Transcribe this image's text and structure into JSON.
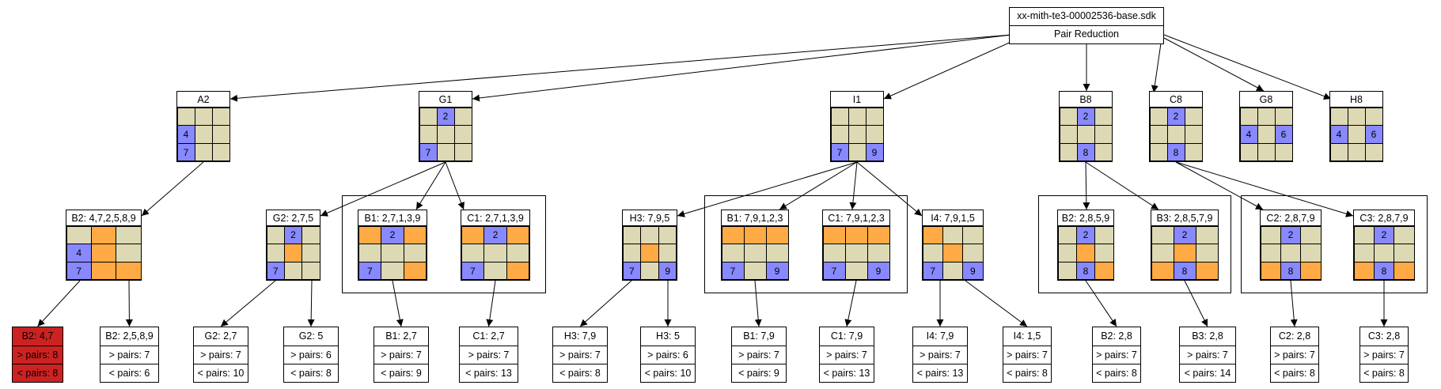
{
  "colors": {
    "tan": "#ddd9b4",
    "blue": "#8888ff",
    "orange": "#ffaa44",
    "red": "#cc2222"
  },
  "root": {
    "title": "xx-mith-te3-00002536-base.sdk",
    "subtitle": "Pair Reduction"
  },
  "level1": [
    {
      "label": "A2",
      "cells": [
        [
          "t",
          ""
        ],
        [
          "t",
          ""
        ],
        [
          "t",
          ""
        ],
        [
          "b",
          "4"
        ],
        [
          "t",
          ""
        ],
        [
          "t",
          ""
        ],
        [
          "b",
          "7"
        ],
        [
          "t",
          ""
        ],
        [
          "t",
          ""
        ]
      ]
    },
    {
      "label": "G1",
      "cells": [
        [
          "t",
          ""
        ],
        [
          "b",
          "2"
        ],
        [
          "t",
          ""
        ],
        [
          "t",
          ""
        ],
        [
          "t",
          ""
        ],
        [
          "t",
          ""
        ],
        [
          "b",
          "7"
        ],
        [
          "t",
          ""
        ],
        [
          "t",
          ""
        ]
      ]
    },
    {
      "label": "I1",
      "cells": [
        [
          "t",
          ""
        ],
        [
          "t",
          ""
        ],
        [
          "t",
          ""
        ],
        [
          "t",
          ""
        ],
        [
          "t",
          ""
        ],
        [
          "t",
          ""
        ],
        [
          "b",
          "7"
        ],
        [
          "t",
          ""
        ],
        [
          "b",
          "9"
        ]
      ]
    },
    {
      "label": "B8",
      "cells": [
        [
          "t",
          ""
        ],
        [
          "b",
          "2"
        ],
        [
          "t",
          ""
        ],
        [
          "t",
          ""
        ],
        [
          "t",
          ""
        ],
        [
          "t",
          ""
        ],
        [
          "t",
          ""
        ],
        [
          "b",
          "8"
        ],
        [
          "t",
          ""
        ]
      ]
    },
    {
      "label": "C8",
      "cells": [
        [
          "t",
          ""
        ],
        [
          "b",
          "2"
        ],
        [
          "t",
          ""
        ],
        [
          "t",
          ""
        ],
        [
          "t",
          ""
        ],
        [
          "t",
          ""
        ],
        [
          "t",
          ""
        ],
        [
          "b",
          "8"
        ],
        [
          "t",
          ""
        ]
      ]
    },
    {
      "label": "G8",
      "cells": [
        [
          "t",
          ""
        ],
        [
          "t",
          ""
        ],
        [
          "t",
          ""
        ],
        [
          "b",
          "4"
        ],
        [
          "t",
          ""
        ],
        [
          "b",
          "6"
        ],
        [
          "t",
          ""
        ],
        [
          "t",
          ""
        ],
        [
          "t",
          ""
        ]
      ]
    },
    {
      "label": "H8",
      "cells": [
        [
          "t",
          ""
        ],
        [
          "t",
          ""
        ],
        [
          "t",
          ""
        ],
        [
          "b",
          "4"
        ],
        [
          "t",
          ""
        ],
        [
          "b",
          "6"
        ],
        [
          "t",
          ""
        ],
        [
          "t",
          ""
        ],
        [
          "t",
          ""
        ]
      ]
    }
  ],
  "level2": [
    {
      "label": "B2: 4,7,2,5,8,9",
      "cells": [
        [
          "t",
          ""
        ],
        [
          "o",
          ""
        ],
        [
          "t",
          ""
        ],
        [
          "b",
          "4"
        ],
        [
          "o",
          ""
        ],
        [
          "t",
          ""
        ],
        [
          "b",
          "7"
        ],
        [
          "o",
          ""
        ],
        [
          "o",
          ""
        ]
      ]
    },
    {
      "label": "G2: 2,7,5",
      "cells": [
        [
          "t",
          ""
        ],
        [
          "b",
          "2"
        ],
        [
          "t",
          ""
        ],
        [
          "t",
          ""
        ],
        [
          "o",
          ""
        ],
        [
          "t",
          ""
        ],
        [
          "b",
          "7"
        ],
        [
          "t",
          ""
        ],
        [
          "t",
          ""
        ]
      ]
    },
    {
      "label": "B1: 2,7,1,3,9",
      "cells": [
        [
          "o",
          ""
        ],
        [
          "b",
          "2"
        ],
        [
          "o",
          ""
        ],
        [
          "t",
          ""
        ],
        [
          "t",
          ""
        ],
        [
          "t",
          ""
        ],
        [
          "b",
          "7"
        ],
        [
          "t",
          ""
        ],
        [
          "o",
          ""
        ]
      ]
    },
    {
      "label": "C1: 2,7,1,3,9",
      "cells": [
        [
          "o",
          ""
        ],
        [
          "b",
          "2"
        ],
        [
          "o",
          ""
        ],
        [
          "t",
          ""
        ],
        [
          "t",
          ""
        ],
        [
          "t",
          ""
        ],
        [
          "b",
          "7"
        ],
        [
          "t",
          ""
        ],
        [
          "o",
          ""
        ]
      ]
    },
    {
      "label": "H3: 7,9,5",
      "cells": [
        [
          "t",
          ""
        ],
        [
          "t",
          ""
        ],
        [
          "t",
          ""
        ],
        [
          "t",
          ""
        ],
        [
          "o",
          ""
        ],
        [
          "t",
          ""
        ],
        [
          "b",
          "7"
        ],
        [
          "t",
          ""
        ],
        [
          "b",
          "9"
        ]
      ]
    },
    {
      "label": "B1: 7,9,1,2,3",
      "cells": [
        [
          "o",
          ""
        ],
        [
          "o",
          ""
        ],
        [
          "o",
          ""
        ],
        [
          "t",
          ""
        ],
        [
          "t",
          ""
        ],
        [
          "t",
          ""
        ],
        [
          "b",
          "7"
        ],
        [
          "t",
          ""
        ],
        [
          "b",
          "9"
        ]
      ]
    },
    {
      "label": "C1: 7,9,1,2,3",
      "cells": [
        [
          "o",
          ""
        ],
        [
          "o",
          ""
        ],
        [
          "o",
          ""
        ],
        [
          "t",
          ""
        ],
        [
          "t",
          ""
        ],
        [
          "t",
          ""
        ],
        [
          "b",
          "7"
        ],
        [
          "t",
          ""
        ],
        [
          "b",
          "9"
        ]
      ]
    },
    {
      "label": "I4: 7,9,1,5",
      "cells": [
        [
          "o",
          ""
        ],
        [
          "t",
          ""
        ],
        [
          "t",
          ""
        ],
        [
          "t",
          ""
        ],
        [
          "o",
          ""
        ],
        [
          "t",
          ""
        ],
        [
          "b",
          "7"
        ],
        [
          "t",
          ""
        ],
        [
          "b",
          "9"
        ]
      ]
    },
    {
      "label": "B2: 2,8,5,9",
      "cells": [
        [
          "t",
          ""
        ],
        [
          "b",
          "2"
        ],
        [
          "t",
          ""
        ],
        [
          "t",
          ""
        ],
        [
          "o",
          ""
        ],
        [
          "t",
          ""
        ],
        [
          "t",
          ""
        ],
        [
          "b",
          "8"
        ],
        [
          "o",
          ""
        ]
      ]
    },
    {
      "label": "B3: 2,8,5,7,9",
      "cells": [
        [
          "t",
          ""
        ],
        [
          "b",
          "2"
        ],
        [
          "t",
          ""
        ],
        [
          "t",
          ""
        ],
        [
          "o",
          ""
        ],
        [
          "t",
          ""
        ],
        [
          "o",
          ""
        ],
        [
          "b",
          "8"
        ],
        [
          "o",
          ""
        ]
      ]
    },
    {
      "label": "C2: 2,8,7,9",
      "cells": [
        [
          "t",
          ""
        ],
        [
          "b",
          "2"
        ],
        [
          "t",
          ""
        ],
        [
          "t",
          ""
        ],
        [
          "t",
          ""
        ],
        [
          "t",
          ""
        ],
        [
          "o",
          ""
        ],
        [
          "b",
          "8"
        ],
        [
          "o",
          ""
        ]
      ]
    },
    {
      "label": "C3: 2,8,7,9",
      "cells": [
        [
          "t",
          ""
        ],
        [
          "b",
          "2"
        ],
        [
          "t",
          ""
        ],
        [
          "t",
          ""
        ],
        [
          "t",
          ""
        ],
        [
          "t",
          ""
        ],
        [
          "o",
          ""
        ],
        [
          "b",
          "8"
        ],
        [
          "o",
          ""
        ]
      ]
    }
  ],
  "leaves": [
    {
      "title": "B2: 4,7",
      "more": "> pairs: 8",
      "less": "< pairs: 8",
      "highlight": true
    },
    {
      "title": "B2: 2,5,8,9",
      "more": "> pairs: 7",
      "less": "< pairs: 6"
    },
    {
      "title": "G2: 2,7",
      "more": "> pairs: 7",
      "less": "< pairs: 10"
    },
    {
      "title": "G2: 5",
      "more": "> pairs: 6",
      "less": "< pairs: 8"
    },
    {
      "title": "B1: 2,7",
      "more": "> pairs: 7",
      "less": "< pairs: 9"
    },
    {
      "title": "C1: 2,7",
      "more": "> pairs: 7",
      "less": "< pairs: 13"
    },
    {
      "title": "H3: 7,9",
      "more": "> pairs: 7",
      "less": "< pairs: 8"
    },
    {
      "title": "H3: 5",
      "more": "> pairs: 6",
      "less": "< pairs: 10"
    },
    {
      "title": "B1: 7,9",
      "more": "> pairs: 7",
      "less": "< pairs: 9"
    },
    {
      "title": "C1: 7,9",
      "more": "> pairs: 7",
      "less": "< pairs: 13"
    },
    {
      "title": "I4: 7,9",
      "more": "> pairs: 7",
      "less": "< pairs: 13"
    },
    {
      "title": "I4: 1,5",
      "more": "> pairs: 7",
      "less": "< pairs: 8"
    },
    {
      "title": "B2: 2,8",
      "more": "> pairs: 7",
      "less": "< pairs: 8"
    },
    {
      "title": "B3: 2,8",
      "more": "> pairs: 7",
      "less": "< pairs: 14"
    },
    {
      "title": "C2: 2,8",
      "more": "> pairs: 7",
      "less": "< pairs: 8"
    },
    {
      "title": "C3: 2,8",
      "more": "> pairs: 7",
      "less": "< pairs: 8"
    }
  ]
}
